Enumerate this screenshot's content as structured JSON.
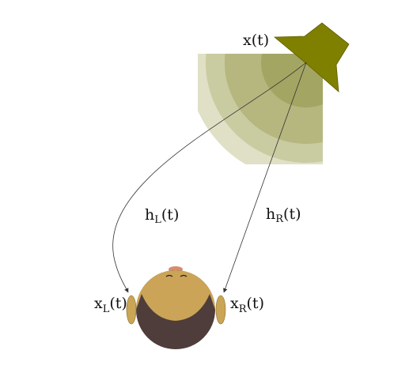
{
  "labels": {
    "source": "x(t)",
    "h_left_base": "h",
    "h_left_sub": "L",
    "h_left_tail": "(t)",
    "h_right_base": "h",
    "h_right_sub": "R",
    "h_right_tail": "(t)",
    "x_left_base": "x",
    "x_left_sub": "L",
    "x_left_tail": "(t)",
    "x_right_base": "x",
    "x_right_sub": "R",
    "x_right_tail": "(t)"
  },
  "colors": {
    "speaker": "#7f7f00",
    "wave_outer": "#dfe0c6",
    "wave_2": "#c9cba1",
    "wave_3": "#b5b77f",
    "wave_inner": "#a3a563",
    "face": "#cba457",
    "hair": "#4e3d3a",
    "ear": "#c9a555",
    "nose": "#d98b6e",
    "line": "#333333"
  },
  "icons": {
    "source": "speaker-icon",
    "listener": "head-icon"
  }
}
